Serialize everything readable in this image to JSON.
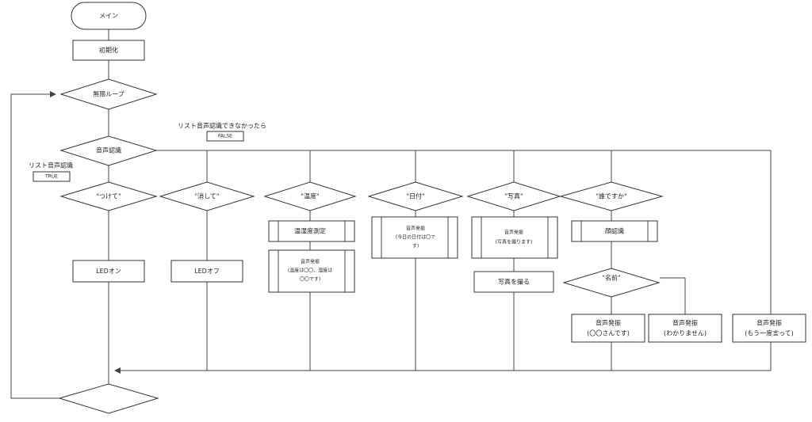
{
  "flow": {
    "start": "メイン",
    "init": "初期化",
    "loop": "無限ループ",
    "recognize": "音声認識",
    "false_note": "リスト音声認識できなかったら",
    "false_label": "FALSE",
    "true_note": "リスト音声認識",
    "true_label": "TRUE",
    "end_decision": ""
  },
  "branches": {
    "tsukete": {
      "condition": "\"つけて\"",
      "action": "LEDオン"
    },
    "keshite": {
      "condition": "\"消して\"",
      "action": "LEDオフ"
    },
    "ondo": {
      "condition": "\"温度\"",
      "process": "温湿度測定",
      "speech_title": "音声発振",
      "speech_lines": [
        "(温度は〇〇、湿度は",
        "〇〇です)"
      ]
    },
    "hiduke": {
      "condition": "\"日付\"",
      "speech_title": "音声発振",
      "speech_lines": [
        "(今日の日付は〇で",
        "す)"
      ]
    },
    "shashin": {
      "condition": "\"写真\"",
      "speech_title": "音声発振",
      "speech_line": "(写真を撮ります)",
      "action": "写真を撮る"
    },
    "dare": {
      "condition": "\"誰ですか\"",
      "process": "顔認識",
      "name_condition": "\"名前\"",
      "known_title": "音声発振",
      "known_line": "(〇〇さんです)",
      "unknown_title": "音声発振",
      "unknown_line": "(わかりません)"
    },
    "retry": {
      "title": "音声発振",
      "line": "(もう一度言って)"
    }
  }
}
